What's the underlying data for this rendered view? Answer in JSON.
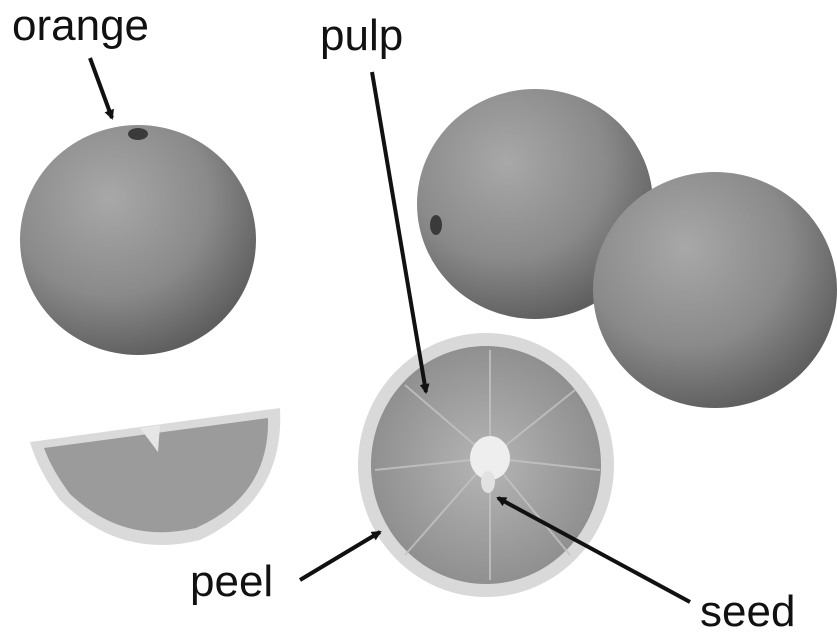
{
  "labels": {
    "orange": "orange",
    "pulp": "pulp",
    "peel": "peel",
    "seed": "seed"
  },
  "colors": {
    "fruit_skin": "#8a8a8a",
    "fruit_shadow": "#5f5f5f",
    "pith": "#d9d9d9",
    "pulp": "#9b9b9b",
    "ink": "#111111"
  }
}
